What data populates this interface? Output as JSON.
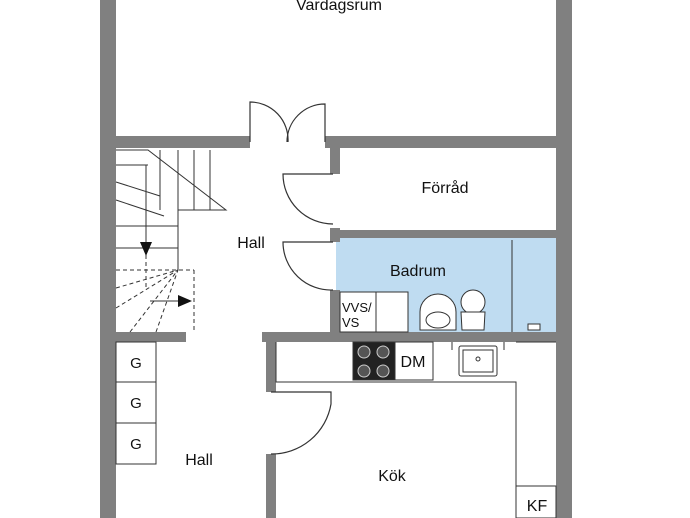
{
  "rooms": {
    "vardagsrum": "Vardagsrum",
    "forrad": "Förråd",
    "hall_upper": "Hall",
    "badrum": "Badrum",
    "hall_lower": "Hall",
    "kok": "Kök"
  },
  "fixtures": {
    "vvs_line1": "VVS/",
    "vvs_line2": "VS",
    "dm": "DM",
    "kf": "KF",
    "g1": "G",
    "g2": "G",
    "g3": "G"
  },
  "colors": {
    "wall": "#808080",
    "bathroom": "#bfdcf1",
    "line": "#333333"
  }
}
